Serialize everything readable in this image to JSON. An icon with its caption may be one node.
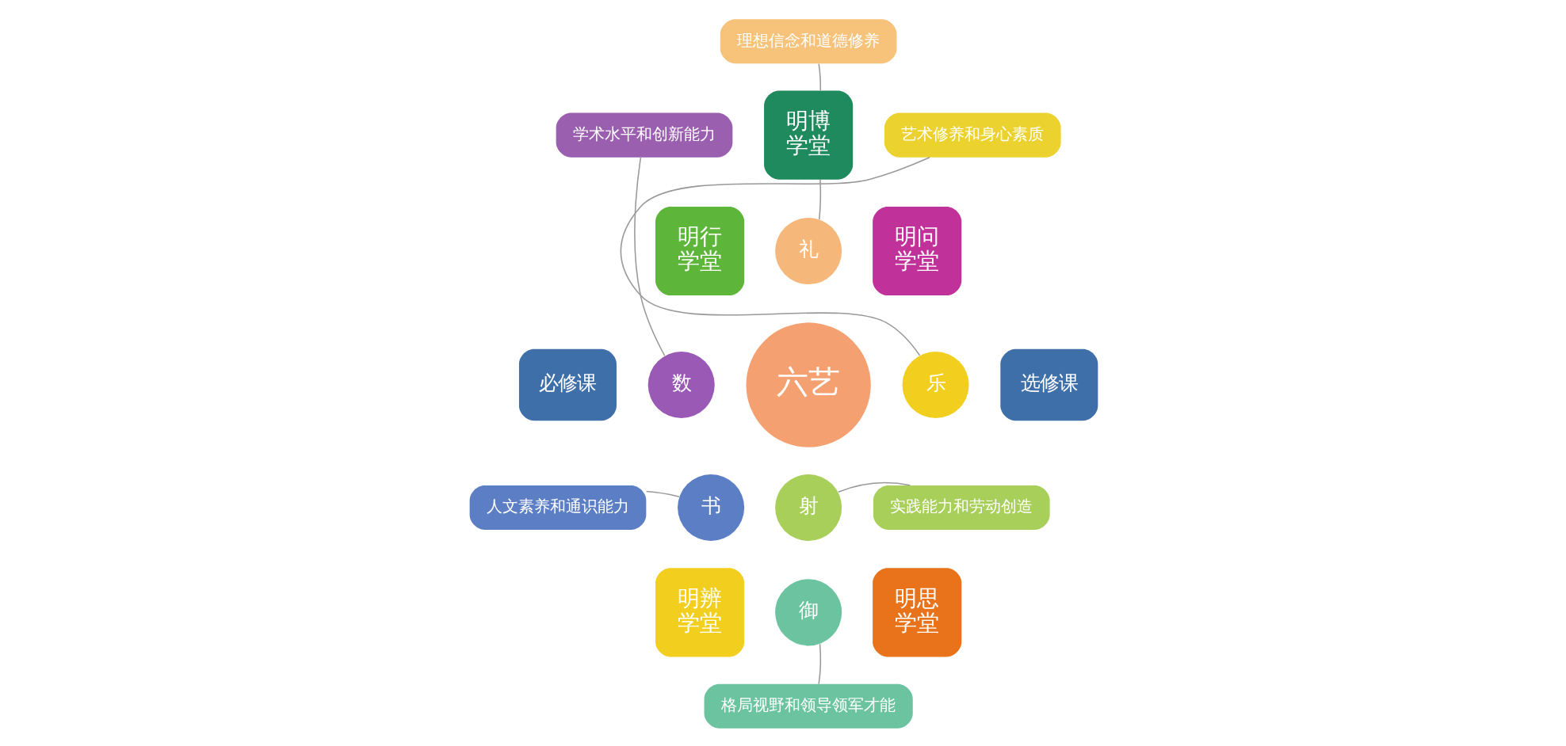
{
  "diagram": {
    "nodes": [
      {
        "text": [
          "理想信念和道德修养"
        ]
      },
      {
        "text": [
          "学术水平和创新能力"
        ]
      },
      {
        "text": [
          "明博学堂"
        ]
      },
      {
        "text": [
          "艺术修养和身心素质"
        ]
      },
      {
        "text": [
          "必修课"
        ]
      },
      {
        "text": [
          "明行学堂"
        ]
      },
      {
        "text": [
          "明问学堂"
        ]
      },
      {
        "text": [
          "选修课"
        ]
      },
      {
        "text": [
          "礼"
        ]
      },
      {
        "text": [
          "数"
        ]
      },
      {
        "text": [
          "乐"
        ]
      },
      {
        "text": [
          "六艺"
        ]
      },
      {
        "text": [
          "书"
        ]
      },
      {
        "text": [
          "射"
        ]
      },
      {
        "text": [
          "人文素养和通识能力"
        ]
      },
      {
        "text": [
          "实践能力和劳动创造"
        ]
      },
      {
        "text": [
          "御"
        ]
      },
      {
        "text": [
          "明辨学堂"
        ]
      },
      {
        "text": [
          "明思学堂"
        ]
      },
      {
        "text": [
          "格局视野和领导领军才能"
        ]
      }
    ],
    "edges": [
      {
        "from": 0,
        "to": 2,
        "arrow": "none"
      },
      {
        "from": 2,
        "to": 8,
        "arrow": "none"
      },
      {
        "from": 1,
        "to": 9,
        "arrow": "none"
      },
      {
        "from": 3,
        "to": 10,
        "arrow": "none"
      },
      {
        "from": 14,
        "to": 12,
        "arrow": "none"
      },
      {
        "from": 15,
        "to": 13,
        "arrow": "none"
      },
      {
        "from": 19,
        "to": 16,
        "arrow": "none"
      }
    ]
  }
}
